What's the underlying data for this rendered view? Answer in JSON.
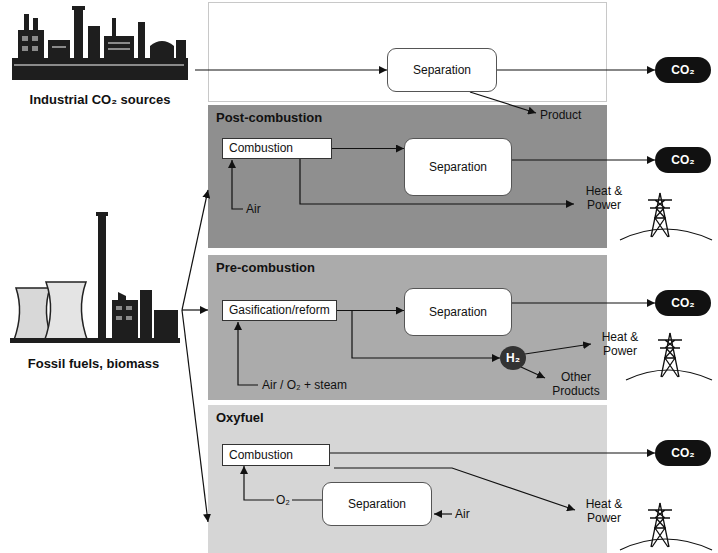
{
  "diagram": {
    "nodes": [
      {
        "text": [
          "Industrial CO₂ sources"
        ]
      },
      {
        "text": [
          "Separation"
        ]
      },
      {
        "text": [
          "CO₂"
        ]
      },
      {
        "text": [
          "Post-combustion"
        ]
      },
      {
        "text": [
          "Combustion"
        ],
        "in": 3
      },
      {
        "text": [
          "Separation"
        ],
        "in": 3
      },
      {
        "text": [
          "CO₂"
        ]
      },
      {
        "text": [
          "Fossil fuels, biomass"
        ]
      },
      {
        "text": [
          "Pre-combustion"
        ]
      },
      {
        "text": [
          "Gasification/reform"
        ],
        "in": 8
      },
      {
        "text": [
          "Separation"
        ],
        "in": 8
      },
      {
        "text": [
          "CO₂"
        ]
      },
      {
        "text": [
          "H₂"
        ],
        "in": 8
      },
      {
        "text": [
          "Oxyfuel"
        ]
      },
      {
        "text": [
          "Combustion"
        ],
        "in": 13
      },
      {
        "text": [
          "Separation"
        ],
        "in": 13
      },
      {
        "text": [
          "CO₂"
        ]
      }
    ],
    "edges": [
      {
        "from": 0,
        "to": 1,
        "arrow": "to"
      },
      {
        "from": 1,
        "to": 2,
        "arrow": "to"
      },
      {
        "from": 7,
        "to": 3,
        "arrow": "to"
      },
      {
        "from": 7,
        "to": 8,
        "arrow": "to"
      },
      {
        "from": 7,
        "to": 13,
        "arrow": "to"
      },
      {
        "from": 4,
        "to": 5,
        "arrow": "to"
      },
      {
        "from": 5,
        "to": 6,
        "arrow": "to"
      },
      {
        "from": 9,
        "to": 10,
        "arrow": "to"
      },
      {
        "from": 10,
        "to": 11,
        "arrow": "to"
      },
      {
        "from": 9,
        "to": 12,
        "arrow": "to"
      },
      {
        "from": 15,
        "to": 14,
        "label": "O₂",
        "arrow": "to"
      },
      {
        "from": 14,
        "to": 16,
        "arrow": "to"
      }
    ],
    "labels": [
      "Product",
      "Air",
      "Heat & Power",
      "Air / O₂ + steam",
      "Heat & Power",
      "Other Products",
      "Air",
      "Heat & Power"
    ]
  }
}
